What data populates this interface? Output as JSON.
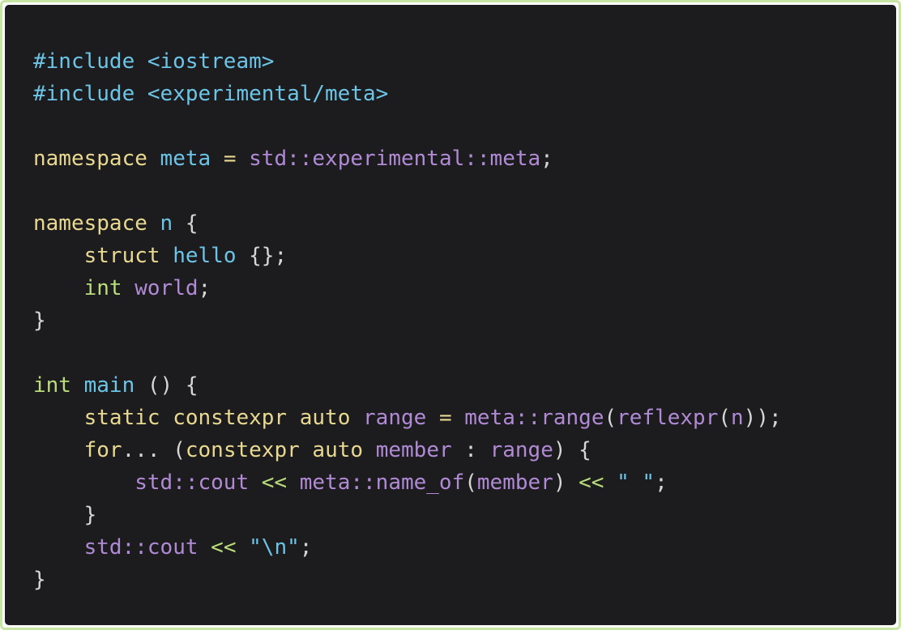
{
  "editor": {
    "colors": {
      "background": "#1c1c1e",
      "border": "#c7e6a3",
      "preprocessor": "#6cc4e6",
      "keyword": "#e8d890",
      "type": "#b9dd7a",
      "name": "#6cc4e6",
      "identifier": "#b18ad6",
      "string": "#6cc4e6",
      "punctuation": "#d6d6d6"
    },
    "lines": [
      [
        {
          "t": "preprocessor",
          "v": "#include <iostream>"
        }
      ],
      [
        {
          "t": "preprocessor",
          "v": "#include <experimental/meta>"
        }
      ],
      [],
      [
        {
          "t": "keyword",
          "v": "namespace"
        },
        {
          "t": "plain",
          "v": " "
        },
        {
          "t": "name",
          "v": "meta"
        },
        {
          "t": "plain",
          "v": " "
        },
        {
          "t": "operator",
          "v": "="
        },
        {
          "t": "plain",
          "v": " "
        },
        {
          "t": "ident",
          "v": "std::experimental::meta"
        },
        {
          "t": "punct",
          "v": ";"
        }
      ],
      [],
      [
        {
          "t": "keyword",
          "v": "namespace"
        },
        {
          "t": "plain",
          "v": " "
        },
        {
          "t": "name",
          "v": "n"
        },
        {
          "t": "plain",
          "v": " "
        },
        {
          "t": "punct",
          "v": "{"
        }
      ],
      [
        {
          "t": "plain",
          "v": "    "
        },
        {
          "t": "keyword",
          "v": "struct"
        },
        {
          "t": "plain",
          "v": " "
        },
        {
          "t": "name",
          "v": "hello"
        },
        {
          "t": "plain",
          "v": " "
        },
        {
          "t": "punct",
          "v": "{};"
        }
      ],
      [
        {
          "t": "plain",
          "v": "    "
        },
        {
          "t": "type",
          "v": "int"
        },
        {
          "t": "plain",
          "v": " "
        },
        {
          "t": "ident",
          "v": "world"
        },
        {
          "t": "punct",
          "v": ";"
        }
      ],
      [
        {
          "t": "punct",
          "v": "}"
        }
      ],
      [],
      [
        {
          "t": "type",
          "v": "int"
        },
        {
          "t": "plain",
          "v": " "
        },
        {
          "t": "name",
          "v": "main"
        },
        {
          "t": "plain",
          "v": " "
        },
        {
          "t": "punct",
          "v": "() {"
        }
      ],
      [
        {
          "t": "plain",
          "v": "    "
        },
        {
          "t": "keyword",
          "v": "static"
        },
        {
          "t": "plain",
          "v": " "
        },
        {
          "t": "keyword",
          "v": "constexpr"
        },
        {
          "t": "plain",
          "v": " "
        },
        {
          "t": "keyword",
          "v": "auto"
        },
        {
          "t": "plain",
          "v": " "
        },
        {
          "t": "ident",
          "v": "range"
        },
        {
          "t": "plain",
          "v": " "
        },
        {
          "t": "operator",
          "v": "="
        },
        {
          "t": "plain",
          "v": " "
        },
        {
          "t": "ident",
          "v": "meta::range"
        },
        {
          "t": "punct",
          "v": "("
        },
        {
          "t": "ident",
          "v": "reflexpr"
        },
        {
          "t": "punct",
          "v": "("
        },
        {
          "t": "ident",
          "v": "n"
        },
        {
          "t": "punct",
          "v": "));"
        }
      ],
      [
        {
          "t": "plain",
          "v": "    "
        },
        {
          "t": "keyword",
          "v": "for"
        },
        {
          "t": "punct",
          "v": "..."
        },
        {
          "t": "plain",
          "v": " "
        },
        {
          "t": "punct",
          "v": "("
        },
        {
          "t": "keyword",
          "v": "constexpr"
        },
        {
          "t": "plain",
          "v": " "
        },
        {
          "t": "keyword",
          "v": "auto"
        },
        {
          "t": "plain",
          "v": " "
        },
        {
          "t": "ident",
          "v": "member"
        },
        {
          "t": "plain",
          "v": " "
        },
        {
          "t": "punct",
          "v": ":"
        },
        {
          "t": "plain",
          "v": " "
        },
        {
          "t": "ident",
          "v": "range"
        },
        {
          "t": "punct",
          "v": ") {"
        }
      ],
      [
        {
          "t": "plain",
          "v": "        "
        },
        {
          "t": "ident",
          "v": "std::cout"
        },
        {
          "t": "plain",
          "v": " "
        },
        {
          "t": "stream-op",
          "v": "<<"
        },
        {
          "t": "plain",
          "v": " "
        },
        {
          "t": "ident",
          "v": "meta::name_of"
        },
        {
          "t": "punct",
          "v": "("
        },
        {
          "t": "ident",
          "v": "member"
        },
        {
          "t": "punct",
          "v": ")"
        },
        {
          "t": "plain",
          "v": " "
        },
        {
          "t": "stream-op",
          "v": "<<"
        },
        {
          "t": "plain",
          "v": " "
        },
        {
          "t": "string",
          "v": "\" \""
        },
        {
          "t": "punct",
          "v": ";"
        }
      ],
      [
        {
          "t": "plain",
          "v": "    "
        },
        {
          "t": "punct",
          "v": "}"
        }
      ],
      [
        {
          "t": "plain",
          "v": "    "
        },
        {
          "t": "ident",
          "v": "std::cout"
        },
        {
          "t": "plain",
          "v": " "
        },
        {
          "t": "stream-op",
          "v": "<<"
        },
        {
          "t": "plain",
          "v": " "
        },
        {
          "t": "string",
          "v": "\"\\n\""
        },
        {
          "t": "punct",
          "v": ";"
        }
      ],
      [
        {
          "t": "punct",
          "v": "}"
        }
      ]
    ]
  }
}
